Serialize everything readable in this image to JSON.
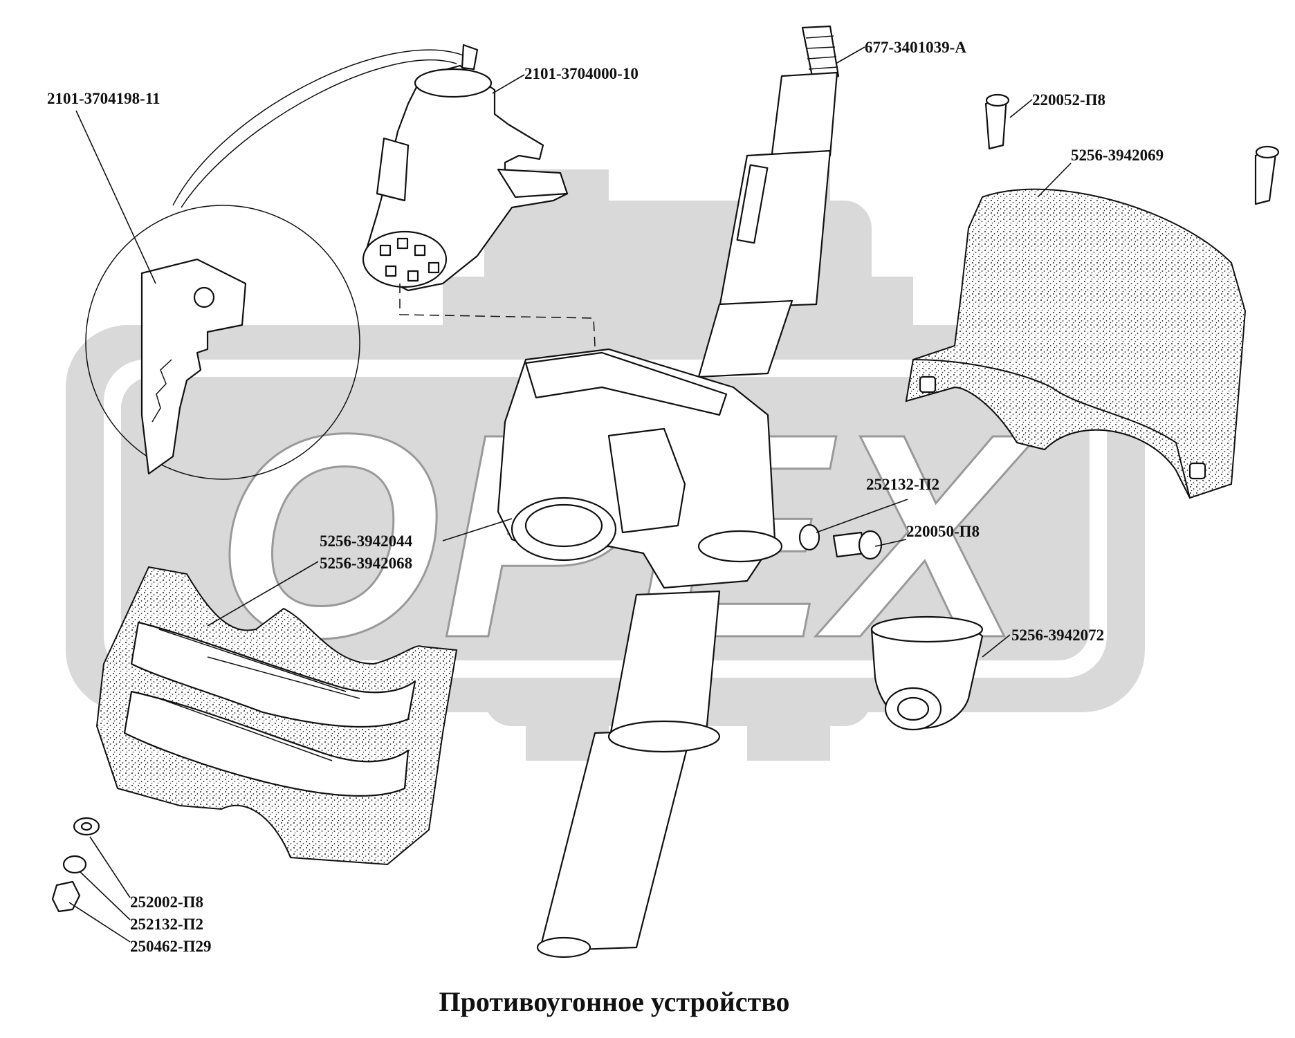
{
  "title": "Противоугонное устройство",
  "watermark": "OPEX",
  "parts": [
    {
      "id": "p1",
      "code": "677-3401039-А",
      "desc": "steering shaft"
    },
    {
      "id": "p2",
      "code": "2101-3704000-10",
      "desc": "ignition lock switch"
    },
    {
      "id": "p3",
      "code": "2101-3704198-11",
      "desc": "key"
    },
    {
      "id": "p4",
      "code": "220052-П8",
      "desc": "screw"
    },
    {
      "id": "p5",
      "code": "5256-3942069",
      "desc": "upper cover"
    },
    {
      "id": "p6",
      "code": "252132-П2",
      "desc": "spring washer"
    },
    {
      "id": "p7",
      "code": "220050-П8",
      "desc": "screw"
    },
    {
      "id": "p8",
      "code": "5256-3942044",
      "desc": "lock housing"
    },
    {
      "id": "p9",
      "code": "5256-3942068",
      "desc": "lower cover"
    },
    {
      "id": "p10",
      "code": "5256-3942072",
      "desc": "cap"
    },
    {
      "id": "p11",
      "code": "252002-П8",
      "desc": "flat washer"
    },
    {
      "id": "p12",
      "code": "252132-П2",
      "desc": "spring washer"
    },
    {
      "id": "p13",
      "code": "250462-П29",
      "desc": "nut"
    }
  ],
  "colors": {
    "ink": "#111111",
    "watermark": "#d9d9d9",
    "paper": "#ffffff"
  }
}
